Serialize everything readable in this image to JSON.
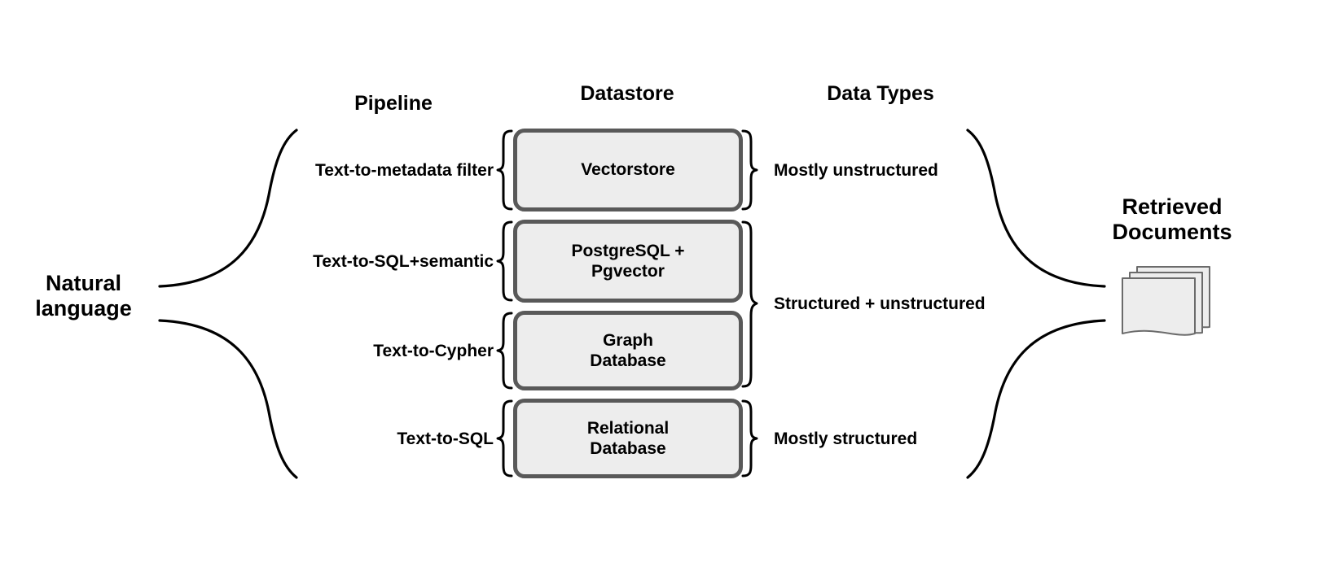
{
  "diagram": {
    "title_left": "Natural\nlanguage",
    "title_right": "Retrieved\nDocuments",
    "columns": [
      {
        "id": "pipeline",
        "label": "Pipeline"
      },
      {
        "id": "datastore",
        "label": "Datastore"
      },
      {
        "id": "data-types",
        "label": "Data Types"
      }
    ],
    "rows": [
      {
        "id": "vectorstore",
        "pipeline": "Text-to-metadata filter",
        "datastore": "Vectorstore",
        "data_type": "Mostly unstructured"
      },
      {
        "id": "postgresql-pgvector",
        "pipeline": "Text-to-SQL+semantic",
        "datastore": "PostgreSQL +\nPgvector",
        "data_type": ""
      },
      {
        "id": "graph-database",
        "pipeline": "Text-to-Cypher",
        "datastore": "Graph\nDatabase",
        "data_type": ""
      },
      {
        "id": "relational-database",
        "pipeline": "Text-to-SQL",
        "datastore": "Relational\nDatabase",
        "data_type": "Mostly structured"
      }
    ],
    "grouped_data_type": "Structured + unstructured",
    "icons": {
      "documents": "documents-stack-icon"
    },
    "colors": {
      "box_fill": "#ededed",
      "box_border": "#595959",
      "text": "#000000",
      "line": "#000000",
      "background": "#ffffff"
    }
  }
}
